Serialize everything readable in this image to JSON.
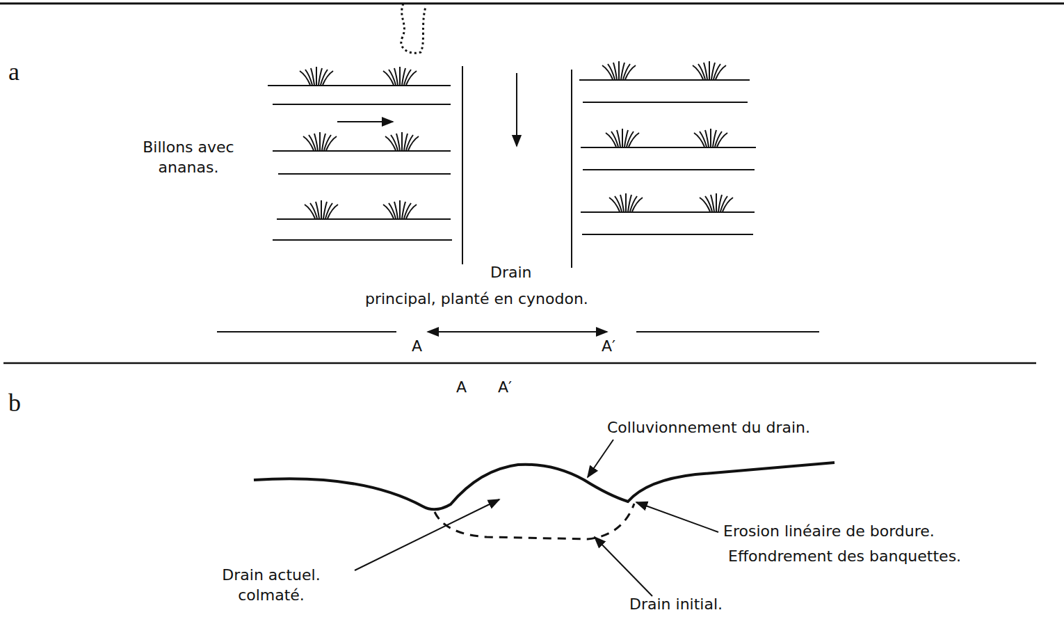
{
  "diagram": {
    "labels": [
      "a",
      "Billons avec ananas.",
      "Drain",
      "principal, planté en cynodon.",
      "A",
      "A′",
      "b",
      "A",
      "A′",
      "Colluvionnement du drain.",
      "Erosion linéaire de bordure.",
      "Effondrement des banquettes.",
      "Drain actuel. colmaté.",
      "Drain initial."
    ]
  }
}
